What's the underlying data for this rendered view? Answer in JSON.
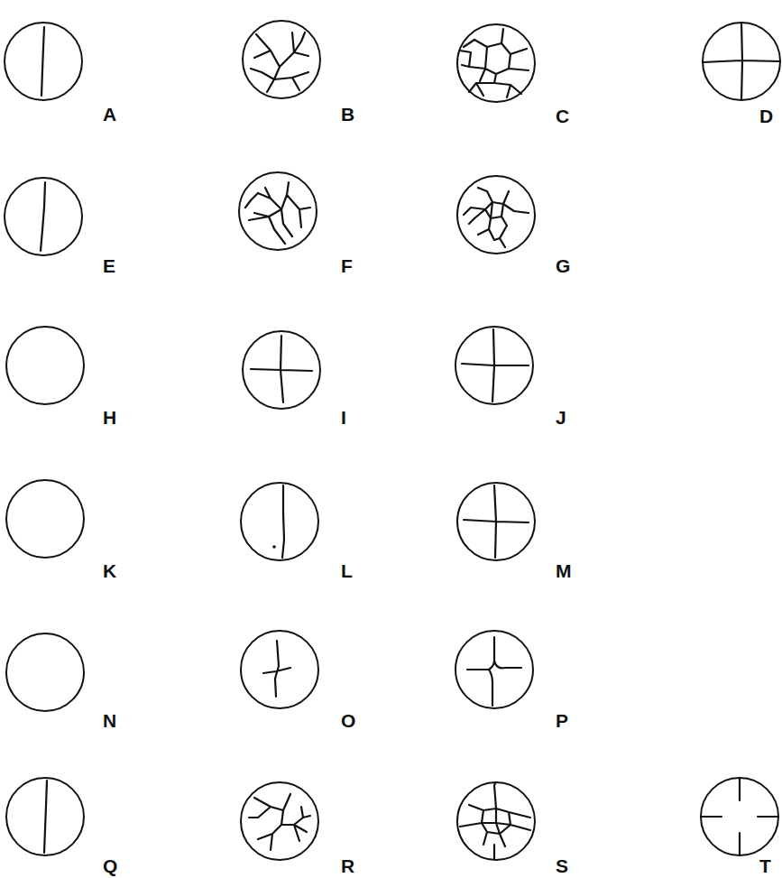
{
  "diagram": {
    "labels": [
      "A",
      "B",
      "C",
      "D",
      "E",
      "F",
      "G",
      "H",
      "I",
      "J",
      "K",
      "L",
      "M",
      "N",
      "O",
      "P",
      "Q",
      "R",
      "S",
      "T"
    ]
  }
}
